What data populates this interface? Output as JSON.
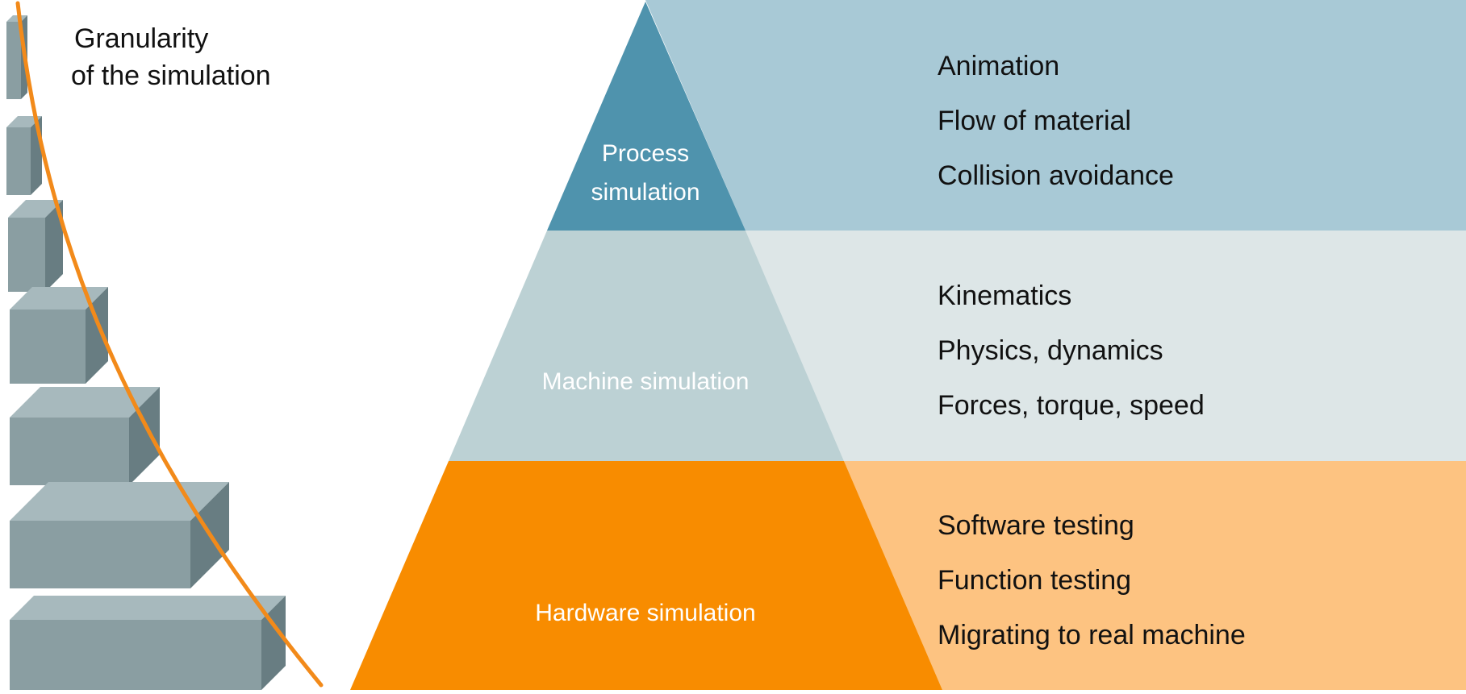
{
  "granularity_label": {
    "line1": "Granularity",
    "line2": "of the simulation"
  },
  "levels": [
    {
      "id": "process",
      "title_lines": [
        "Process",
        "simulation"
      ],
      "items": [
        "Animation",
        "Flow of material",
        "Collision avoidance"
      ],
      "colors": {
        "triangle": "#4f93ad",
        "band": "#a8c9d6",
        "label": "#ffffff"
      }
    },
    {
      "id": "machine",
      "title_lines": [
        "Machine simulation"
      ],
      "items": [
        "Kinematics",
        "Physics, dynamics",
        "Forces, torque, speed"
      ],
      "colors": {
        "triangle": "#bcd1d4",
        "band": "#dde6e7",
        "label": "#ffffff"
      }
    },
    {
      "id": "hardware",
      "title_lines": [
        "Hardware simulation"
      ],
      "items": [
        "Software testing",
        "Function testing",
        "Migrating to real machine"
      ],
      "colors": {
        "triangle": "#f88c00",
        "band": "#fdc381",
        "label": "#ffffff"
      }
    }
  ],
  "colors": {
    "granularity_curve": "#f28a1a",
    "block_front": "#8a9ea2",
    "block_top": "#a7b9bd",
    "block_side": "#687d82"
  }
}
